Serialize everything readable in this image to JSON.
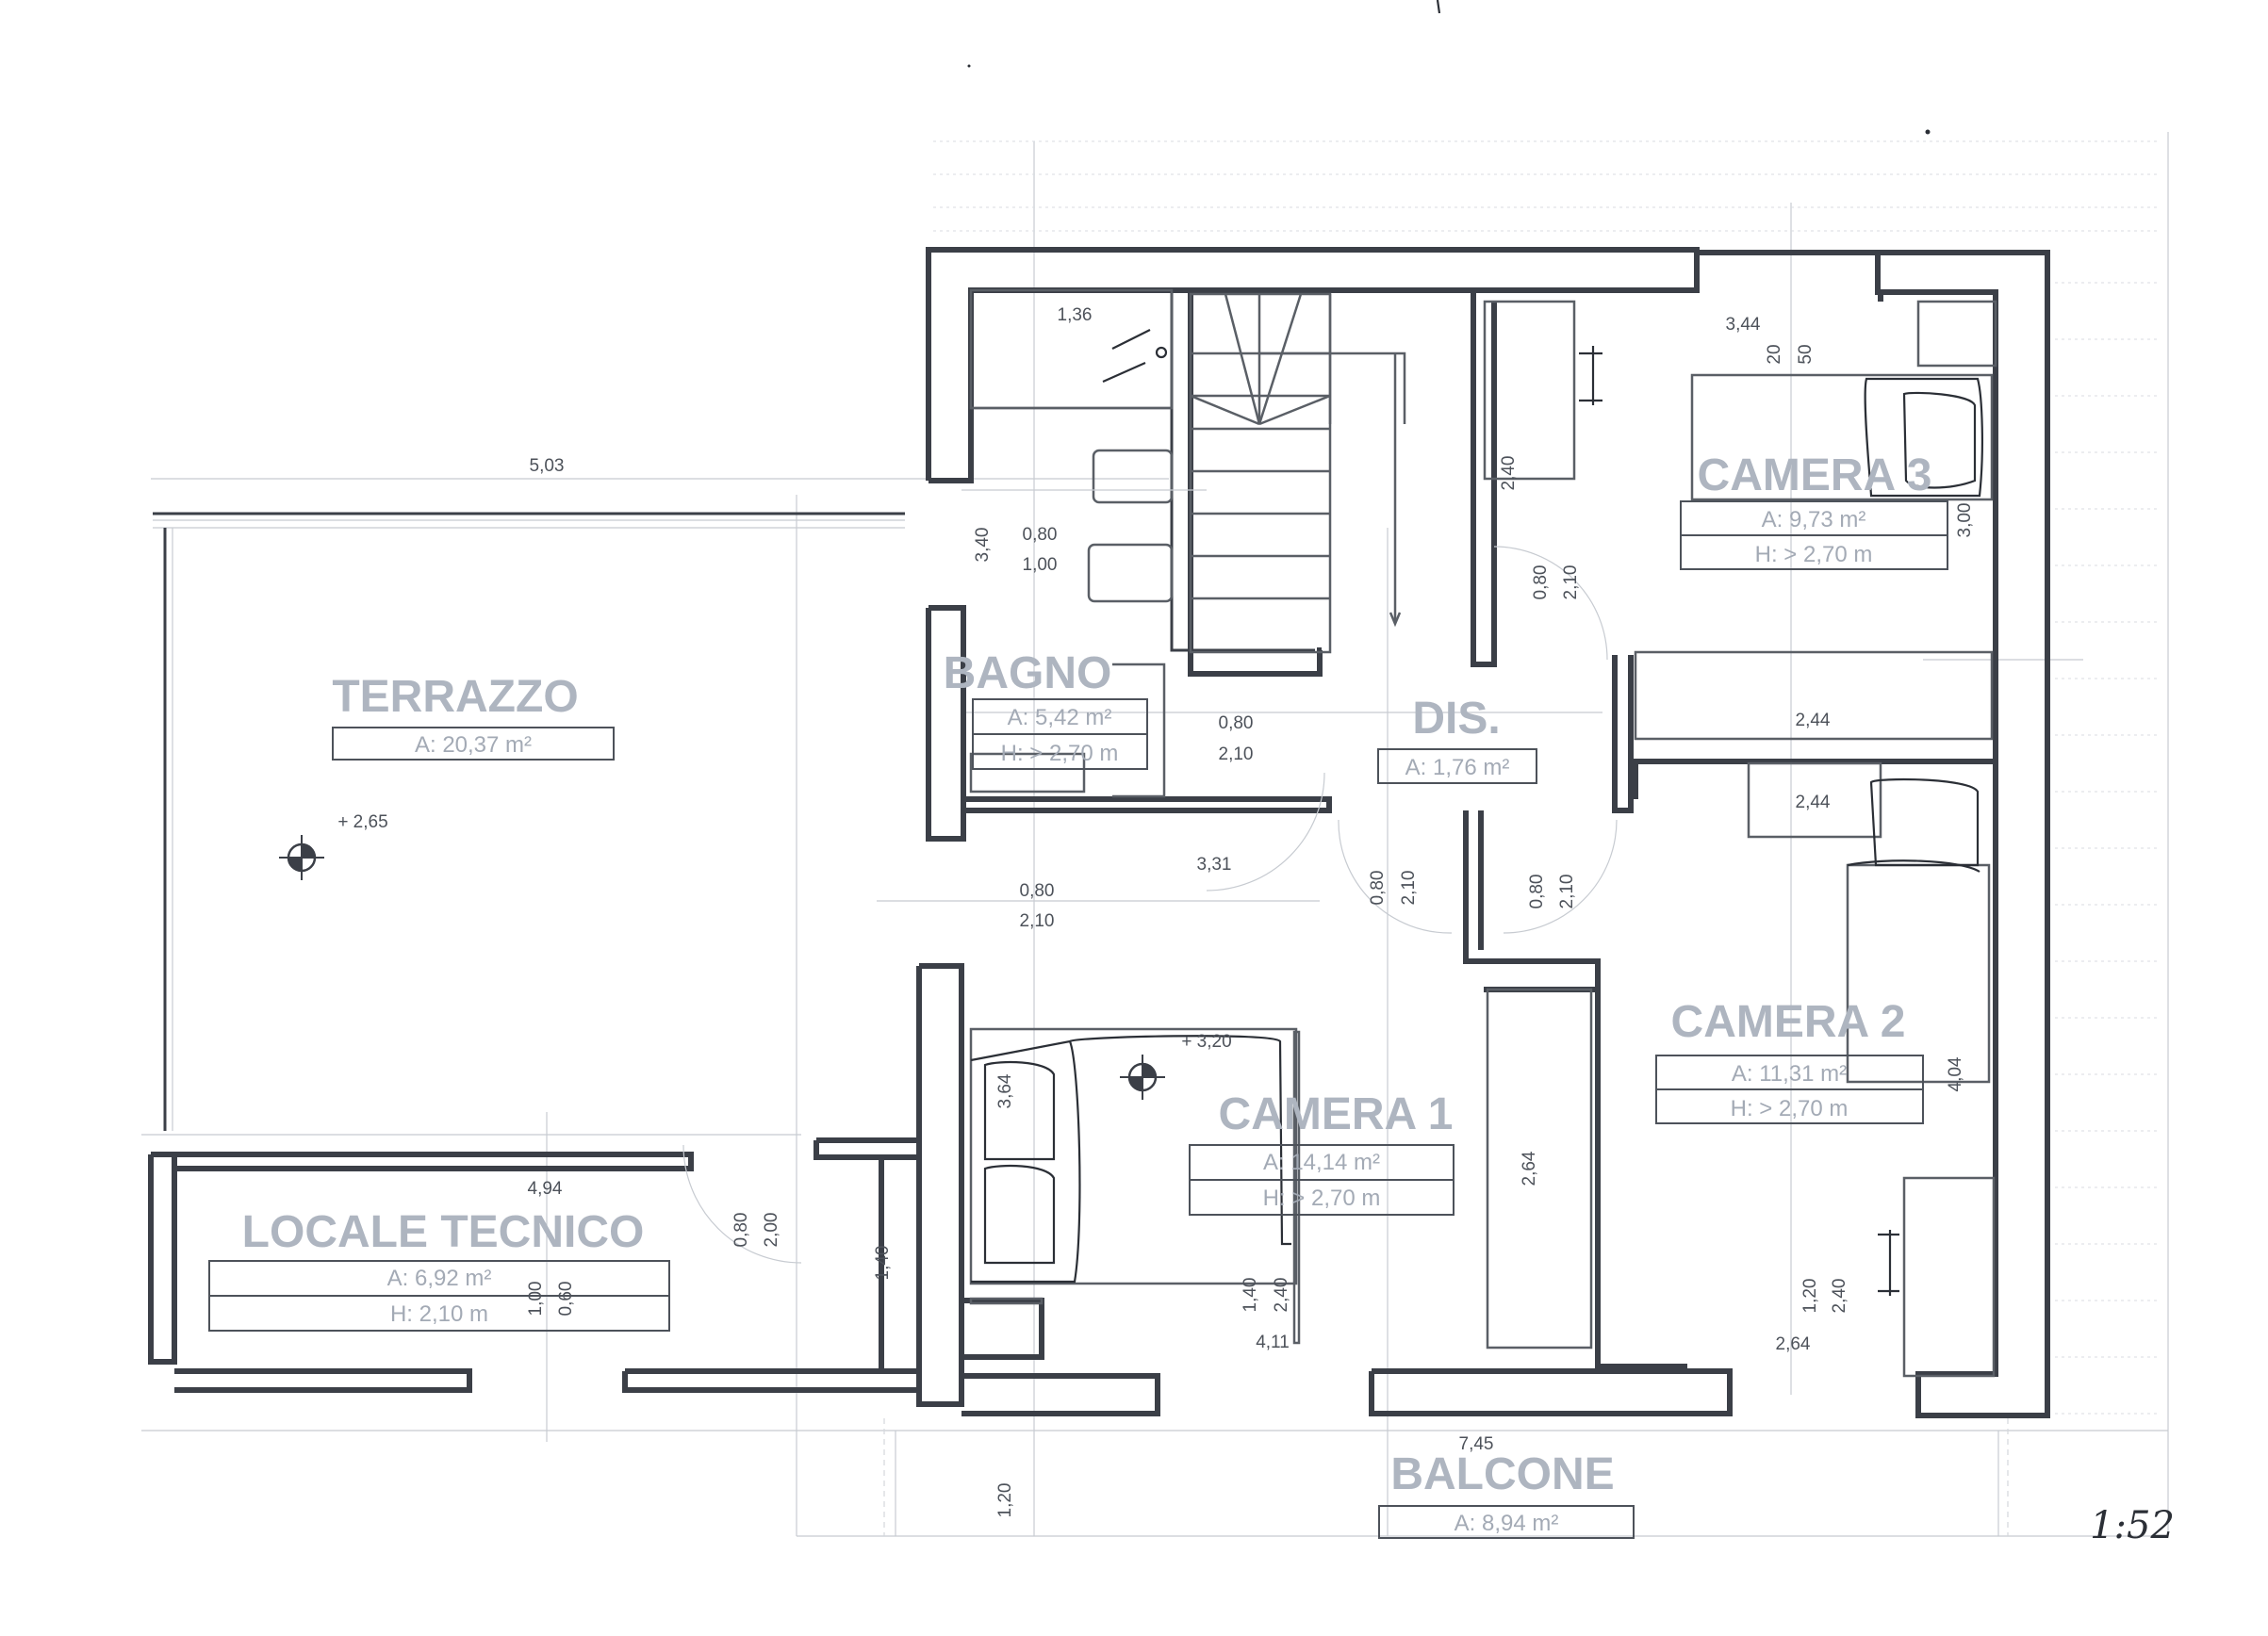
{
  "rooms": [
    {
      "id": "terrazzo",
      "name": "TERRAZZO",
      "area": "A: 20,37 m²",
      "height": ""
    },
    {
      "id": "locale",
      "name": "LOCALE TECNICO",
      "area": "A: 6,92 m²",
      "height": "H: 2,10 m"
    },
    {
      "id": "bagno",
      "name": "BAGNO",
      "area": "A: 5,42 m²",
      "height": "H: > 2,70 m"
    },
    {
      "id": "dis",
      "name": "DIS.",
      "area": "A: 1,76 m²",
      "height": ""
    },
    {
      "id": "camera3",
      "name": "CAMERA 3",
      "area": "A: 9,73 m²",
      "height": "H: > 2,70 m"
    },
    {
      "id": "camera2",
      "name": "CAMERA 2",
      "area": "A: 11,31 m²",
      "height": "H: > 2,70 m"
    },
    {
      "id": "camera1",
      "name": "CAMERA 1",
      "area": "A: 14,14 m²",
      "height": "H: > 2,70 m"
    },
    {
      "id": "balcone",
      "name": "BALCONE",
      "area": "A: 8,94 m²",
      "height": ""
    }
  ],
  "dimensions": {
    "terrazzo_width": "5,03",
    "bagno_width": "1,36",
    "bagno_len": "3,40",
    "bagno_door_w": "0,80",
    "bagno_door_h": "1,00",
    "door_w": "0,80",
    "door_h": "2,10",
    "hall_len": "3,31",
    "camera3_width": "3,44",
    "camera3_sill": "20",
    "camera3_window": "50",
    "camera3_depth": "3,00",
    "closet_len": "2,40",
    "wardrobe_w": "2,44",
    "camera2_depth": "4,04",
    "camera2_wardrobe": "2,64",
    "camera2_width": "2,64",
    "win_low": "1,20",
    "win_high": "2,40",
    "camera1_width": "4,11",
    "camera1_depth": "3,64",
    "camera1_elev": "+ 3,20",
    "terrazzo_elev": "+ 2,65",
    "locale_width": "4,94",
    "locale_door": "2,00",
    "locale_win_a": "1,00",
    "locale_win_b": "0,60",
    "step": "1,40",
    "balcone_width": "7,45",
    "balcone_depth": "1,20"
  },
  "scale_note": "1:52"
}
